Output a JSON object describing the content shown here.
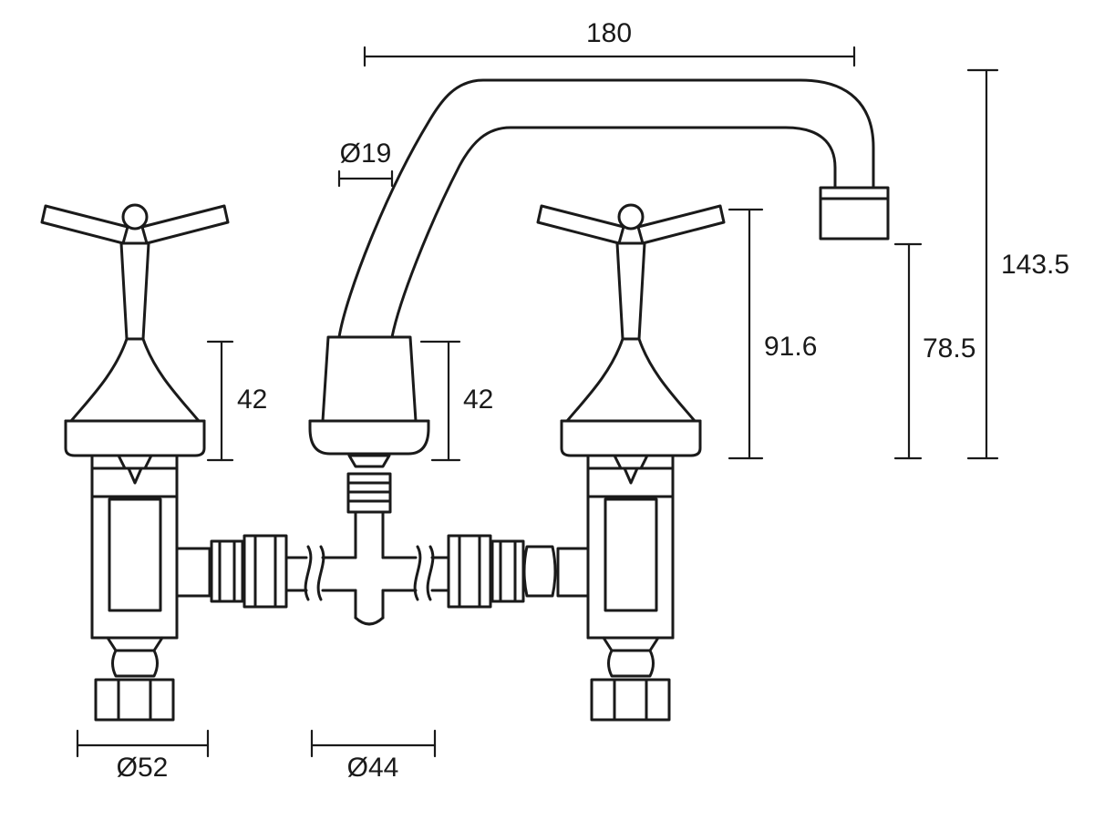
{
  "dimensions": {
    "spout_reach": "180",
    "spout_tube_diameter": "Ø19",
    "overall_height": "143.5",
    "handle_height": "91.6",
    "outlet_height": "78.5",
    "left_handle_skirt_height": "42",
    "spout_base_height": "42",
    "handle_base_diameter": "Ø52",
    "spout_base_diameter": "Ø44"
  },
  "style": {
    "line_color": "#1a1a1a",
    "background": "#ffffff"
  }
}
